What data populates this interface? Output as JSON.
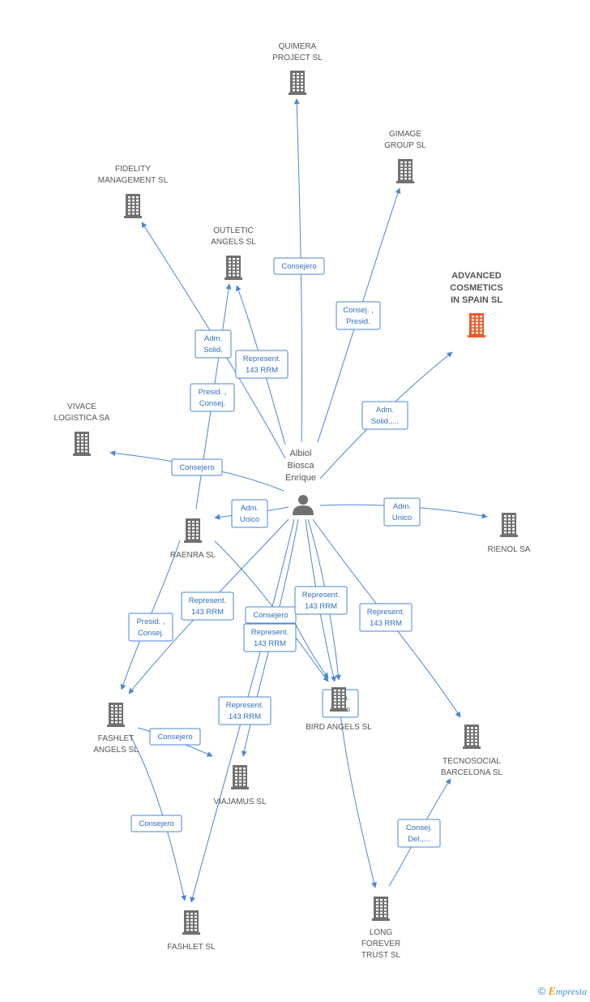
{
  "colors": {
    "edge": "#4a86d4",
    "building": "#707070",
    "building_highlight": "#f05a28",
    "person": "#707070"
  },
  "person": {
    "label_lines": [
      "Albiol",
      "Biosca",
      "Enrique"
    ],
    "icon": "person-icon"
  },
  "companies": [
    {
      "id": "quimera",
      "label_lines": [
        "QUIMERA",
        "PROJECT SL"
      ],
      "icon": "building-icon",
      "highlight": false
    },
    {
      "id": "gimage",
      "label_lines": [
        "GIMAGE",
        "GROUP  SL"
      ],
      "icon": "building-icon",
      "highlight": false
    },
    {
      "id": "fidelity",
      "label_lines": [
        "FIDELITY",
        "MANAGEMENT SL"
      ],
      "icon": "building-icon",
      "highlight": false
    },
    {
      "id": "outletic",
      "label_lines": [
        "OUTLETIC",
        "ANGELS SL"
      ],
      "icon": "building-icon",
      "highlight": false
    },
    {
      "id": "advanced",
      "label_lines": [
        "ADVANCED",
        "COSMETICS",
        "IN SPAIN SL"
      ],
      "icon": "building-icon",
      "highlight": true
    },
    {
      "id": "vivace",
      "label_lines": [
        "VIVACE",
        "LOGISTICA SA"
      ],
      "icon": "building-icon",
      "highlight": false
    },
    {
      "id": "raenra",
      "label_lines": [
        "RAENRA SL"
      ],
      "icon": "building-icon",
      "highlight": false
    },
    {
      "id": "rienol",
      "label_lines": [
        "RIENOL SA"
      ],
      "icon": "building-icon",
      "highlight": false
    },
    {
      "id": "fashlet_angels",
      "label_lines": [
        "FASHLET",
        "ANGELS SL"
      ],
      "icon": "building-icon",
      "highlight": false
    },
    {
      "id": "bird",
      "label_lines": [
        "BIRD ANGELS SL"
      ],
      "icon": "building-icon",
      "highlight": false
    },
    {
      "id": "tecnosocial",
      "label_lines": [
        "TECNOSOCIAL",
        "BARCELONA SL"
      ],
      "icon": "building-icon",
      "highlight": false
    },
    {
      "id": "viajamus",
      "label_lines": [
        "VIAJAMUS SL"
      ],
      "icon": "building-icon",
      "highlight": false
    },
    {
      "id": "fashlet",
      "label_lines": [
        "FASHLET SL"
      ],
      "icon": "building-icon",
      "highlight": false
    },
    {
      "id": "long",
      "label_lines": [
        "LONG",
        "FOREVER",
        "TRUST SL"
      ],
      "icon": "building-icon",
      "highlight": false
    }
  ],
  "relations": [
    {
      "id": "consejero_quimera",
      "lines": [
        "Consejero"
      ]
    },
    {
      "id": "consej_presid_gimage",
      "lines": [
        "Consej. ,",
        "Presid."
      ]
    },
    {
      "id": "adm_solid_fidelity",
      "lines": [
        "Adm.",
        "Solid."
      ]
    },
    {
      "id": "represent_outletic",
      "lines": [
        "Represent.",
        "143 RRM"
      ]
    },
    {
      "id": "presid_consej_outletic",
      "lines": [
        "Presid. ,",
        "Consej."
      ]
    },
    {
      "id": "adm_solid_advanced",
      "lines": [
        "Adm.",
        "Solid.,..."
      ]
    },
    {
      "id": "consejero_vivace",
      "lines": [
        "Consejero"
      ]
    },
    {
      "id": "adm_unico_raenra",
      "lines": [
        "Adm.",
        "Unico"
      ]
    },
    {
      "id": "adm_unico_rienol",
      "lines": [
        "Adm.",
        "Unico"
      ]
    },
    {
      "id": "represent_fashlet_angels",
      "lines": [
        "Represent.",
        "143 RRM"
      ]
    },
    {
      "id": "presid_consej_fashlet_angels",
      "lines": [
        "Presid. ,",
        "Consej."
      ]
    },
    {
      "id": "consejero_bird_from_raenra",
      "lines": [
        "Consejero"
      ]
    },
    {
      "id": "represent_bird_1",
      "lines": [
        "Represent.",
        "143 RRM"
      ]
    },
    {
      "id": "represent_bird_2",
      "lines": [
        "Represent.",
        "143 RRM"
      ]
    },
    {
      "id": "represent_tecnosocial",
      "lines": [
        "Represent.",
        "143 RRM"
      ]
    },
    {
      "id": "adm_unico_bird",
      "lines": [
        "Adm.",
        "Unico"
      ]
    },
    {
      "id": "represent_viajamus",
      "lines": [
        "Represent.",
        "143 RRM"
      ]
    },
    {
      "id": "consejero_viajamus",
      "lines": [
        "Consejero"
      ]
    },
    {
      "id": "consejero_fashlet",
      "lines": [
        "Consejero"
      ]
    },
    {
      "id": "consej_del_tecnosocial",
      "lines": [
        "Consej.",
        "Del.,..."
      ]
    }
  ],
  "footer": {
    "copyright": "©",
    "brand_initial": "E",
    "brand_rest": "mpresia"
  }
}
